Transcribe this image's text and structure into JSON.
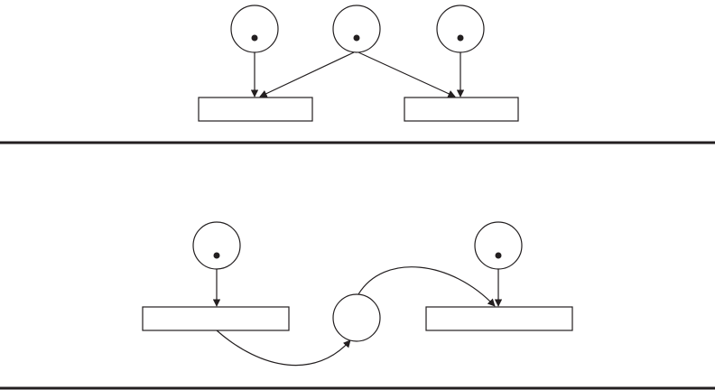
{
  "diagrams": [
    {
      "id": "conflict",
      "places": [
        {
          "id": "p1",
          "tokens": 1
        },
        {
          "id": "p2",
          "tokens": 1
        },
        {
          "id": "p3",
          "tokens": 1
        }
      ],
      "transitions": [
        {
          "id": "t1"
        },
        {
          "id": "t2"
        }
      ],
      "arcs": [
        {
          "from": "p1",
          "to": "t1"
        },
        {
          "from": "p2",
          "to": "t1"
        },
        {
          "from": "p2",
          "to": "t2"
        },
        {
          "from": "p3",
          "to": "t2"
        }
      ]
    },
    {
      "id": "sequence",
      "places": [
        {
          "id": "p4",
          "tokens": 1
        },
        {
          "id": "p5",
          "tokens": 1
        },
        {
          "id": "p6",
          "tokens": 0
        }
      ],
      "transitions": [
        {
          "id": "t3"
        },
        {
          "id": "t4"
        }
      ],
      "arcs": [
        {
          "from": "p4",
          "to": "t3"
        },
        {
          "from": "p5",
          "to": "t4"
        },
        {
          "from": "t3",
          "to": "p6"
        },
        {
          "from": "p6",
          "to": "t4"
        }
      ]
    }
  ],
  "colors": {
    "stroke": "#231f20",
    "background": "#ffffff"
  }
}
